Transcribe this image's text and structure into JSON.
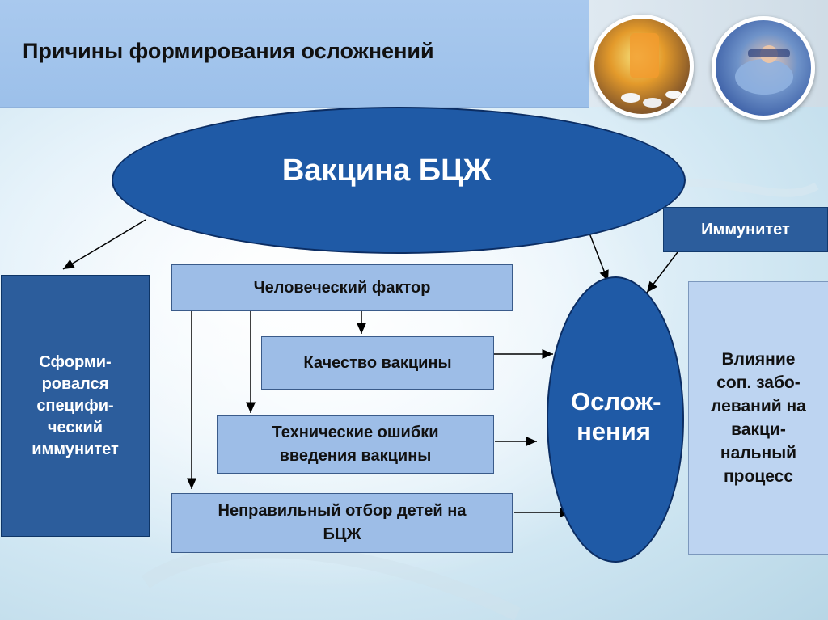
{
  "title": "Причины формирования осложнений",
  "nodes": {
    "vaccine": "Вакцина  БЦЖ",
    "immunity": "Иммунитет",
    "human_factor": "Человеческий фактор",
    "vaccine_quality": "Качество вакцины",
    "technical_errors": "Технические ошибки введения вакцины",
    "wrong_selection": "Неправильный отбор детей на БЦЖ",
    "complications": "Ослож-нения",
    "formed_immunity": "Сформи-ровался специфи-ческий иммунитет",
    "influence": "Влияние соп. забо-леваний на вакци-нальный процесс"
  },
  "colors": {
    "primary_blue": "#1f5aa6",
    "light_box": "#9dbde7",
    "dark_box": "#2c5d9c",
    "pale_box": "#bdd4f1"
  },
  "icons": [
    "pills-photo",
    "surgeon-photo"
  ]
}
